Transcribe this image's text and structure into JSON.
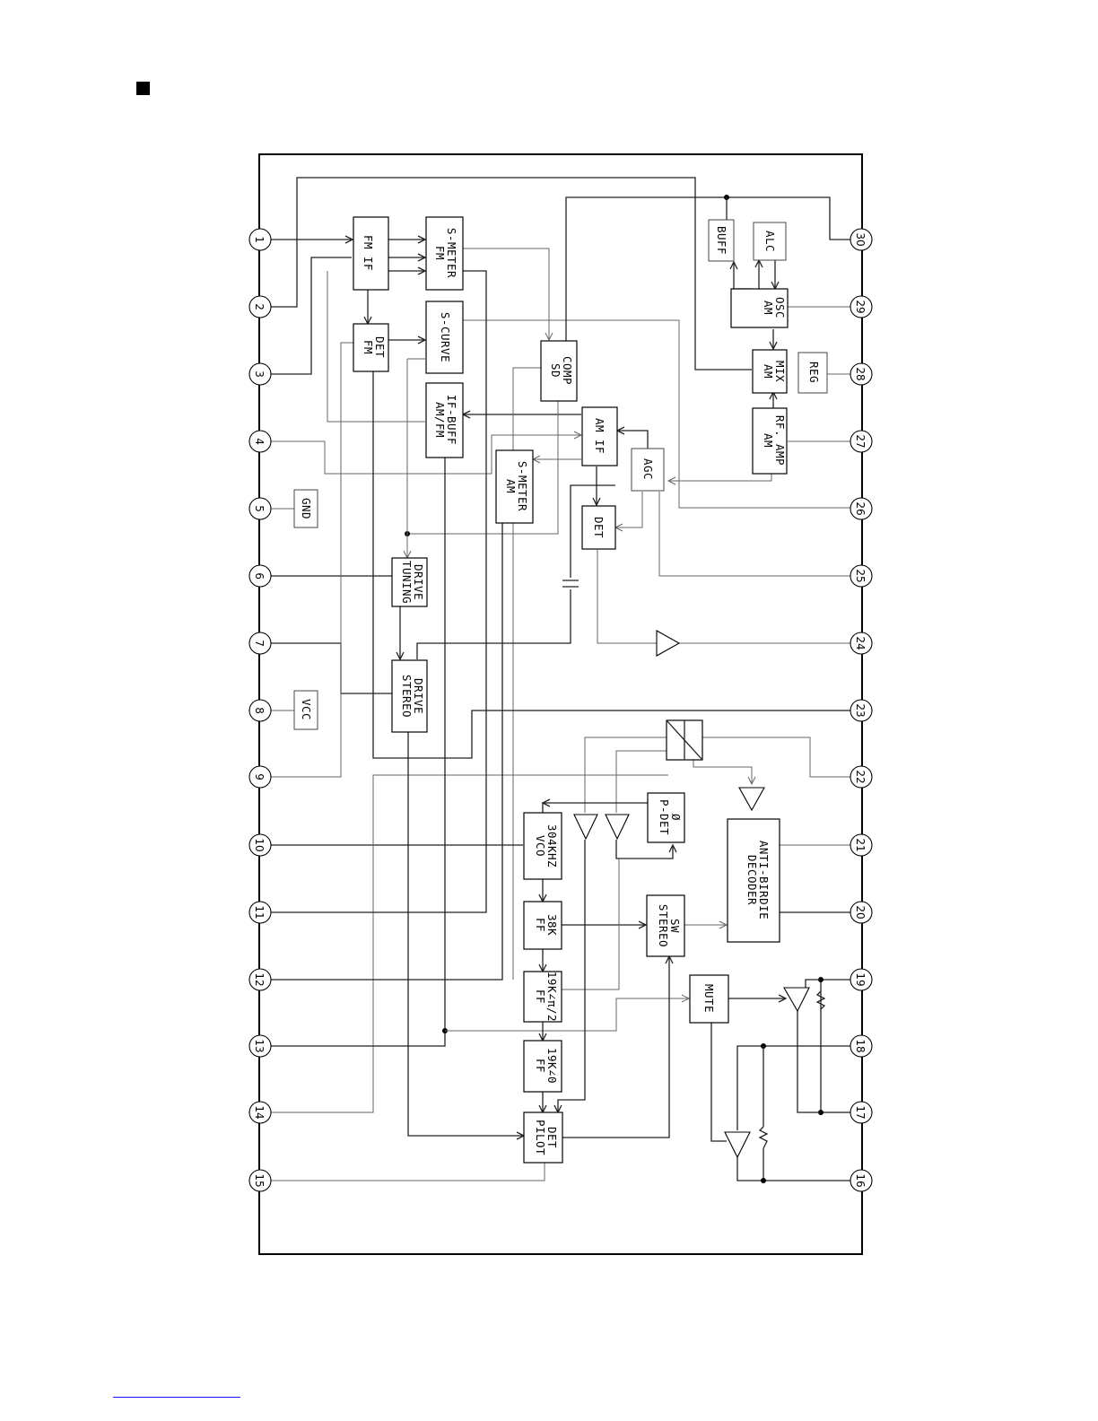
{
  "pins": {
    "left": [
      "1",
      "2",
      "3",
      "4",
      "5",
      "6",
      "7",
      "8",
      "9",
      "10",
      "11",
      "12",
      "13",
      "14",
      "15"
    ],
    "right": [
      "30",
      "29",
      "28",
      "27",
      "26",
      "25",
      "24",
      "23",
      "22",
      "21",
      "20",
      "19",
      "18",
      "17",
      "16"
    ]
  },
  "blocks": {
    "fm_if": [
      "FM IF"
    ],
    "fm_smeter": [
      "FM",
      "S-METER"
    ],
    "fm_det": [
      "FM",
      "DET"
    ],
    "s_curve": [
      "S-CURVE"
    ],
    "am_fm_if_buff": [
      "AM/FM",
      "IF-BUFF"
    ],
    "sd_comp": [
      "SD",
      "COMP"
    ],
    "am_smeter": [
      "AM",
      "S-METER"
    ],
    "am_if": [
      "AM IF"
    ],
    "det": [
      "DET"
    ],
    "agc": [
      "AGC"
    ],
    "buff": [
      "BUFF"
    ],
    "alc": [
      "ALC"
    ],
    "am_osc": [
      "AM",
      "OSC"
    ],
    "am_mix": [
      "AM",
      "MIX"
    ],
    "reg": [
      "REG"
    ],
    "am_rf_amp": [
      "AM",
      "RF. AMP"
    ],
    "gnd": [
      "GND"
    ],
    "vcc": [
      "VCC"
    ],
    "tuning_drive": [
      "TUNING",
      "DRIVE"
    ],
    "stereo_drive": [
      "STEREO",
      "DRIVE"
    ],
    "vco": [
      "VCO",
      "304KHZ"
    ],
    "p_det": [
      "P-DET",
      "Ø"
    ],
    "ff_38k": [
      "FF",
      "38K"
    ],
    "ff_19k_pi2": [
      "FF",
      "19K∠π/2"
    ],
    "ff_19k_0": [
      "FF",
      "19K∠0"
    ],
    "pilot_det": [
      "PILOT",
      "DET"
    ],
    "stereo_sw": [
      "STEREO",
      "SW"
    ],
    "decoder": [
      "DECODER",
      "ANTI-BIRDIE"
    ],
    "mute": [
      "MUTE"
    ]
  }
}
